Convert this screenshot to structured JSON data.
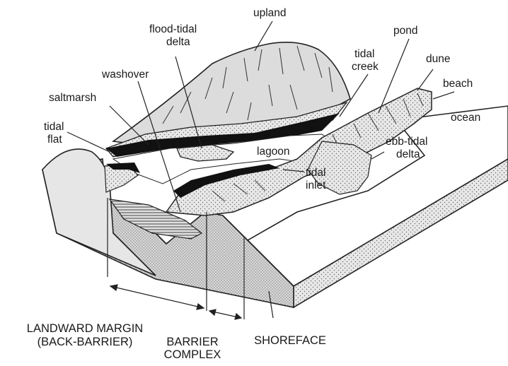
{
  "labels": {
    "upland": "upland",
    "flood_tidal_delta_1": "flood-tidal",
    "flood_tidal_delta_2": "delta",
    "pond": "pond",
    "washover": "washover",
    "tidal_creek_1": "tidal",
    "tidal_creek_2": "creek",
    "dune": "dune",
    "beach": "beach",
    "saltmarsh": "saltmarsh",
    "ocean": "ocean",
    "tidal_flat_1": "tidal",
    "tidal_flat_2": "flat",
    "lagoon": "lagoon",
    "ebb_tidal_delta_1": "ebb-tidal",
    "ebb_tidal_delta_2": "delta",
    "tidal_inlet_1": "tidal",
    "tidal_inlet_2": "inlet"
  },
  "zones": {
    "landward_1": "LANDWARD MARGIN",
    "landward_2": "(BACK-BARRIER)",
    "barrier_1": "BARRIER",
    "barrier_2": "COMPLEX",
    "shoreface": "SHOREFACE"
  }
}
